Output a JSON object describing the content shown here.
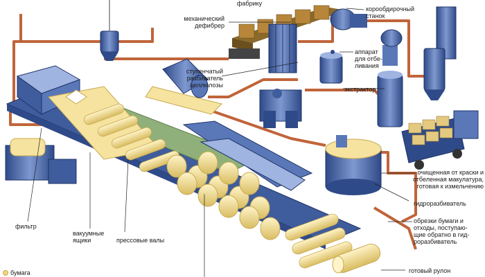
{
  "colors": {
    "pipe": "#c0643a",
    "machine_blue": "#5a78b8",
    "machine_dark": "#2f4a88",
    "machine_light": "#9fb4e0",
    "roll_yellow": "#f6e3a0",
    "roll_edge": "#c7a950",
    "felt_green": "#8fb07a",
    "wood": "#b8863a",
    "legend_dot": "#f0d878"
  },
  "labels": {
    "fabriku": "фабрику",
    "defibrer": "механический\nдефибрер",
    "korooder": "корообдирочный\nстанок",
    "otbelivanie": "аппарат\nдля отбе-\nливания",
    "razbivatel": "ступенчатый\nразбиватель\nцеллюлозы",
    "ekstraktor": "экстрактор",
    "makulatura": "очищенная от краски и\nотбеленная макулатура,\nготовая к измельчению",
    "gidrorazbivatel": "гидроразбиватель",
    "obrezki": "обрезки бумаги и\nотходы, поступаю-\nщие обратно в гид-\nроразбиватель",
    "rulon": "готовый рулон",
    "filtr": "фильтр",
    "vakuum": "вакуумные\nящики",
    "press": "прессовые валы"
  },
  "legend": {
    "items": [
      {
        "label": "бумага",
        "icon": "circle-icon"
      }
    ]
  }
}
